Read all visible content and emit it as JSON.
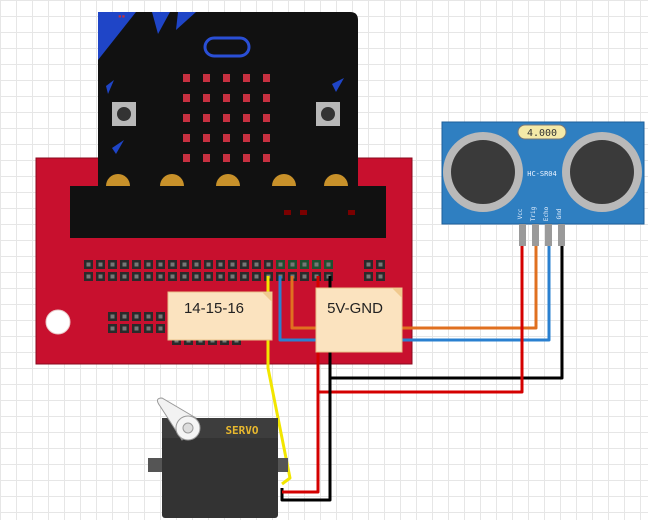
{
  "notes": {
    "pins_label": "14-15-16",
    "power_label": "5V-GND"
  },
  "sensor": {
    "model": "HC-SR04",
    "crystal": "4.000",
    "pins": [
      "Vcc",
      "Trig",
      "Echo",
      "Gnd"
    ]
  },
  "servo": {
    "label": "SERVO"
  },
  "colors": {
    "board_red": "#c8102e",
    "microbit": "#111111",
    "sensor_blue": "#2f7fc1",
    "wire_red": "#d40000",
    "wire_orange": "#e07020",
    "wire_blue": "#2a80d0",
    "wire_black": "#000000",
    "wire_yellow": "#f2e600",
    "note_fill": "#fbe3bf"
  }
}
